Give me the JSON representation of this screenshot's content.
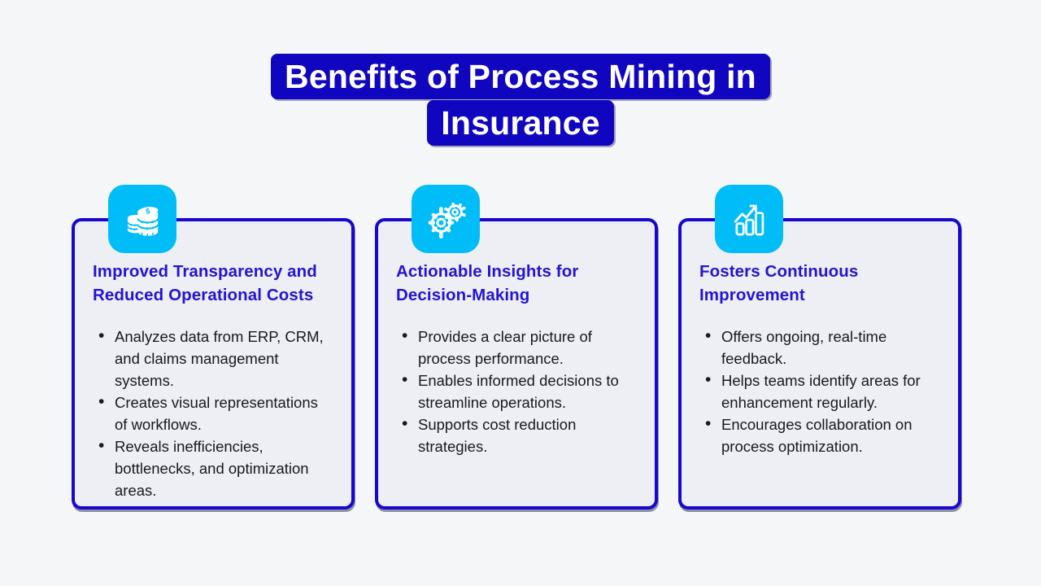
{
  "title": {
    "text": "Benefits of Process Mining in Insurance"
  },
  "colors": {
    "page_bg": "#f5f6f8",
    "accent_blue": "#1106c0",
    "card_border": "#1708cf",
    "heading_blue": "#2314d2",
    "icon_bg": "#00bdf7",
    "card_bg": "#edeff4",
    "body_text": "#191920",
    "icon_glyph": "#ffffff"
  },
  "cards": [
    {
      "icon": "coins-icon",
      "heading": "Improved Transparency and Reduced Operational Costs",
      "bullets": [
        "Analyzes data from ERP, CRM, and claims management systems.",
        "Creates visual representations of workflows.",
        "Reveals inefficiencies, bottlenecks, and optimization areas."
      ]
    },
    {
      "icon": "gears-icon",
      "heading": "Actionable Insights for Decision-Making",
      "bullets": [
        "Provides a clear picture of process performance.",
        "Enables informed decisions to streamline operations.",
        "Supports cost reduction strategies."
      ]
    },
    {
      "icon": "growth-chart-icon",
      "heading": "Fosters Continuous Improvement",
      "bullets": [
        "Offers ongoing, real-time feedback.",
        "Helps teams identify areas for enhancement regularly.",
        "Encourages collaboration on process optimization."
      ]
    }
  ]
}
